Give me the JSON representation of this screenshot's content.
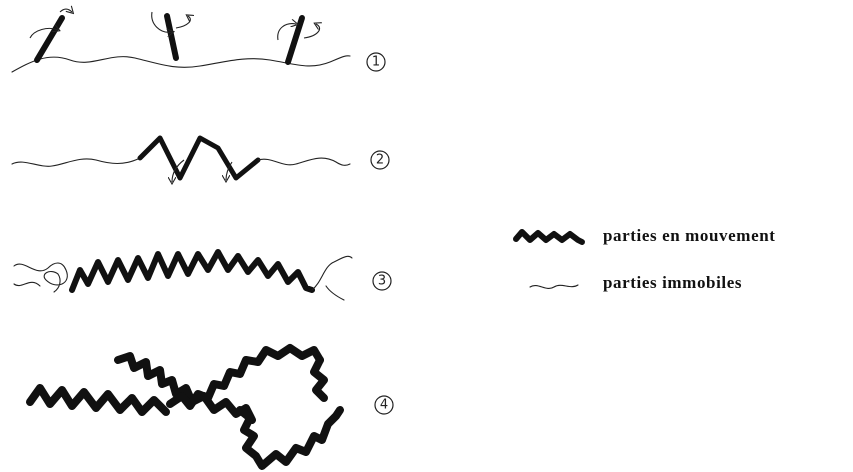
{
  "diagrams": [
    {
      "number": "1"
    },
    {
      "number": "2"
    },
    {
      "number": "3"
    },
    {
      "number": "4"
    }
  ],
  "legend": {
    "moving_label": "parties en mouvement",
    "immobile_label": "parties immobiles"
  }
}
